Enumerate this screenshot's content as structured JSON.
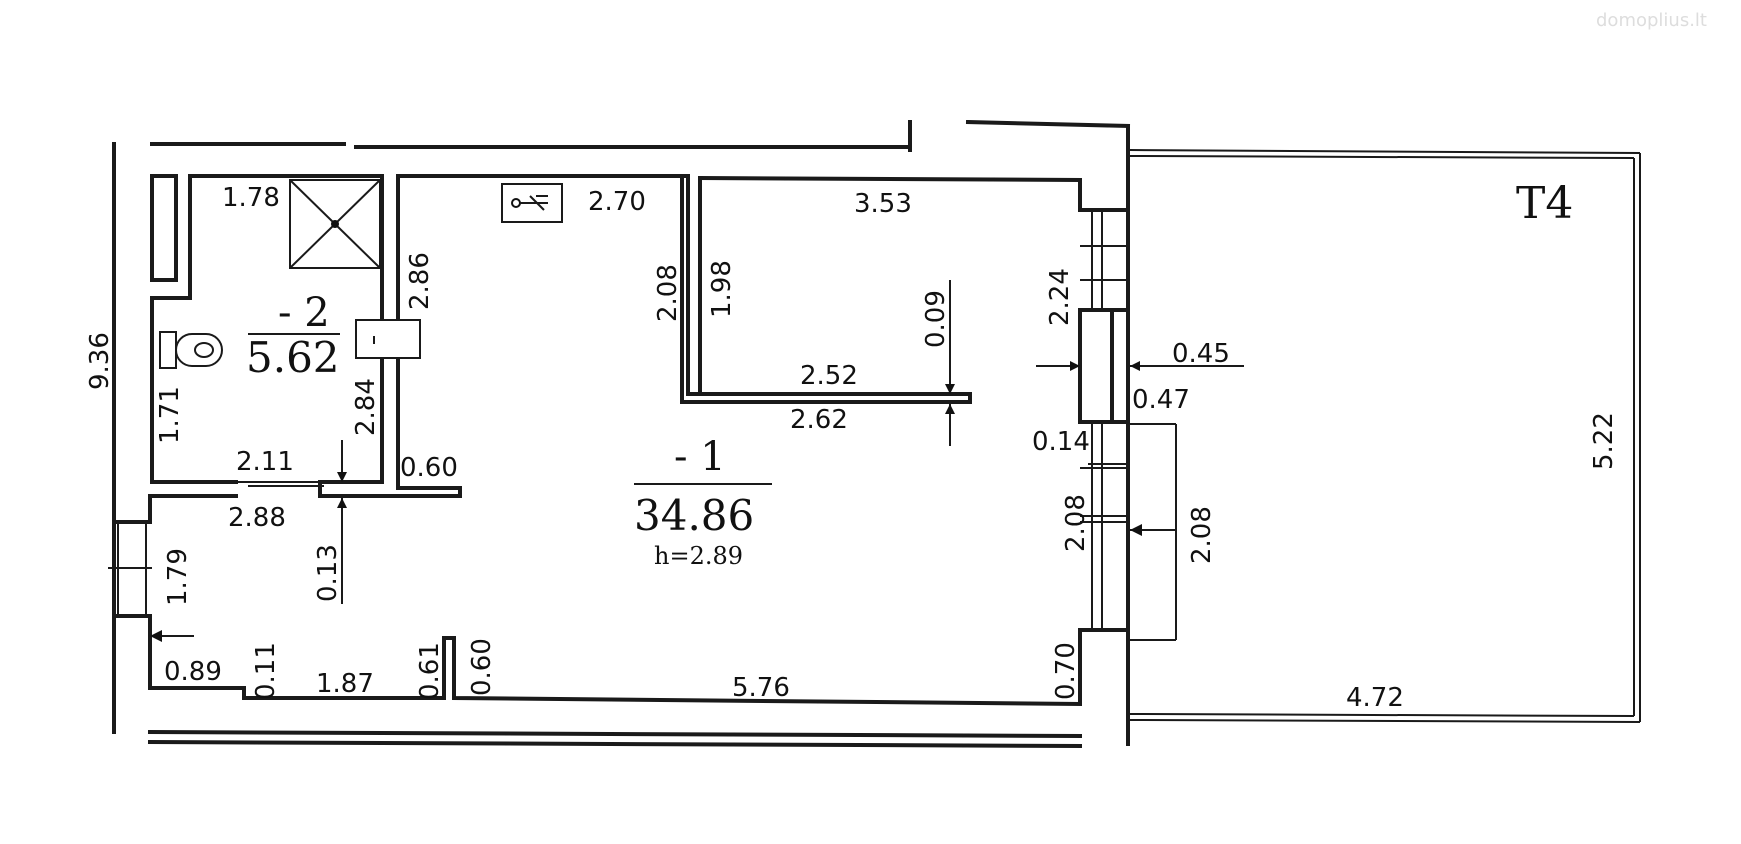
{
  "watermark": "domoplius.lt",
  "terrace_label": "T4",
  "rooms": [
    {
      "number": "- 1",
      "area": "34.86",
      "height": "h=2.89"
    },
    {
      "number": "- 2",
      "area": "5.62"
    }
  ],
  "dimensions": {
    "d178": "1.78",
    "d270": "2.70",
    "d353": "3.53",
    "d286": "2.86",
    "d208a": "2.08",
    "d198": "1.98",
    "d009": "0.09",
    "d224": "2.24",
    "d252": "2.52",
    "d262": "2.62",
    "d045": "0.45",
    "d047": "0.47",
    "d936": "9.36",
    "d171": "1.71",
    "d284": "2.84",
    "d211": "2.11",
    "d060a": "0.60",
    "d014": "0.14",
    "d522": "5.22",
    "d288": "2.88",
    "d208b": "2.08",
    "d208c": "2.08",
    "d013": "0.13",
    "d179": "1.79",
    "d089": "0.89",
    "d011": "0.11",
    "d187": "1.87",
    "d061": "0.61",
    "d060b": "0.60",
    "d576": "5.76",
    "d070": "0.70",
    "d472": "4.72"
  }
}
